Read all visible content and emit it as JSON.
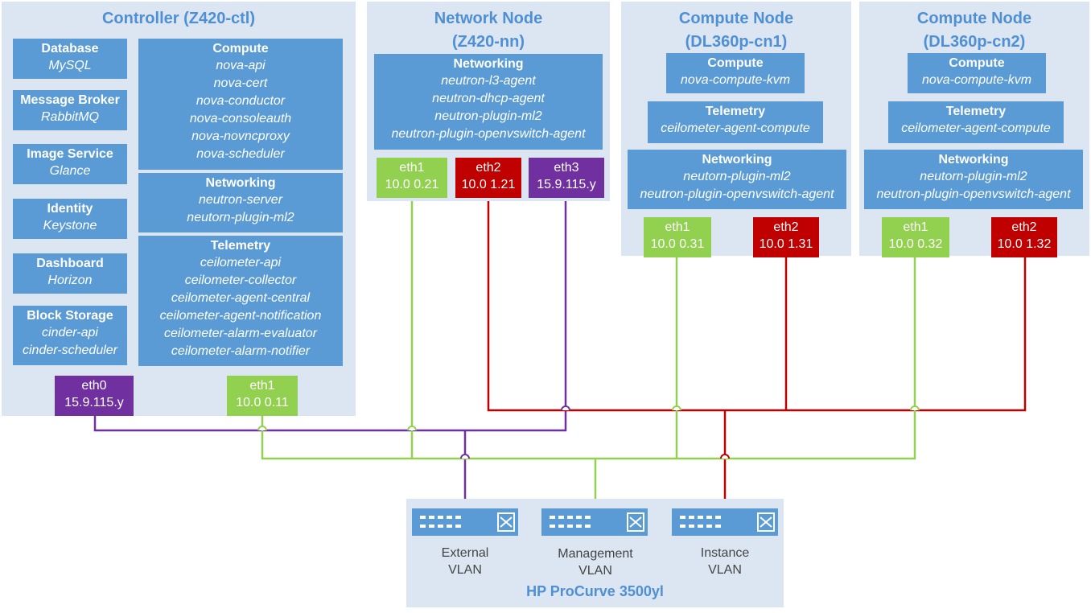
{
  "controller": {
    "title": "Controller (Z420-ctl)",
    "services": [
      {
        "heading": "Database",
        "items": [
          "MySQL"
        ]
      },
      {
        "heading": "Message Broker",
        "items": [
          "RabbitMQ"
        ]
      },
      {
        "heading": "Image Service",
        "items": [
          "Glance"
        ]
      },
      {
        "heading": "Identity",
        "items": [
          "Keystone"
        ]
      },
      {
        "heading": "Dashboard",
        "items": [
          "Horizon"
        ]
      },
      {
        "heading": "Block Storage",
        "items": [
          "cinder-api",
          "cinder-scheduler"
        ]
      }
    ],
    "compute": {
      "heading": "Compute",
      "items": [
        "nova-api",
        "nova-cert",
        "nova-conductor",
        "nova-consoleauth",
        "nova-novncproxy",
        "nova-scheduler"
      ]
    },
    "networking": {
      "heading": "Networking",
      "items": [
        "neutron-server",
        "neutorn-plugin-ml2"
      ]
    },
    "telemetry": {
      "heading": "Telemetry",
      "items": [
        "ceilometer-api",
        "ceilometer-collector",
        "ceilometer-agent-central",
        "ceilometer-agent-notification",
        "ceilometer-alarm-evaluator",
        "ceilometer-alarm-notifier"
      ]
    },
    "eth0": {
      "name": "eth0",
      "ip": "15.9.115.y"
    },
    "eth1": {
      "name": "eth1",
      "ip": "10.0 0.11"
    }
  },
  "network_node": {
    "title_line1": "Network Node",
    "title_line2": "(Z420-nn)",
    "networking": {
      "heading": "Networking",
      "items": [
        "neutron-l3-agent",
        "neutron-dhcp-agent",
        "neutron-plugin-ml2",
        "neutron-plugin-openvswitch-agent"
      ]
    },
    "eth1": {
      "name": "eth1",
      "ip": "10.0 0.21"
    },
    "eth2": {
      "name": "eth2",
      "ip": "10.0 1.21"
    },
    "eth3": {
      "name": "eth3",
      "ip": "15.9.115.y"
    }
  },
  "compute_nodes": [
    {
      "title_line1": "Compute Node",
      "title_line2": "(DL360p-cn1)",
      "compute": {
        "heading": "Compute",
        "items": [
          "nova-compute-kvm"
        ]
      },
      "telemetry": {
        "heading": "Telemetry",
        "items": [
          "ceilometer-agent-compute"
        ]
      },
      "networking": {
        "heading": "Networking",
        "items": [
          "neutorn-plugin-ml2",
          "neutron-plugin-openvswitch-agent"
        ]
      },
      "eth1": {
        "name": "eth1",
        "ip": "10.0 0.31"
      },
      "eth2": {
        "name": "eth2",
        "ip": "10.0 1.31"
      }
    },
    {
      "title_line1": "Compute Node",
      "title_line2": "(DL360p-cn2)",
      "compute": {
        "heading": "Compute",
        "items": [
          "nova-compute-kvm"
        ]
      },
      "telemetry": {
        "heading": "Telemetry",
        "items": [
          "ceilometer-agent-compute"
        ]
      },
      "networking": {
        "heading": "Networking",
        "items": [
          "neutorn-plugin-ml2",
          "neutron-plugin-openvswitch-agent"
        ]
      },
      "eth1": {
        "name": "eth1",
        "ip": "10.0 0.32"
      },
      "eth2": {
        "name": "eth2",
        "ip": "10.0 1.32"
      }
    }
  ],
  "switch": {
    "title": "HP ProCurve 3500yl",
    "vlans": [
      {
        "line1": "External",
        "line2": "VLAN"
      },
      {
        "line1": "Management",
        "line2": "VLAN"
      },
      {
        "line1": "Instance",
        "line2": "VLAN"
      }
    ]
  },
  "icons": {
    "switch": "network-switch-icon"
  },
  "colors": {
    "panel_bg": "#dce6f2",
    "box_bg": "#5a9bd5",
    "title": "#4f8fd3",
    "management": "#92d050",
    "instance": "#c00000",
    "external": "#7030a0"
  }
}
